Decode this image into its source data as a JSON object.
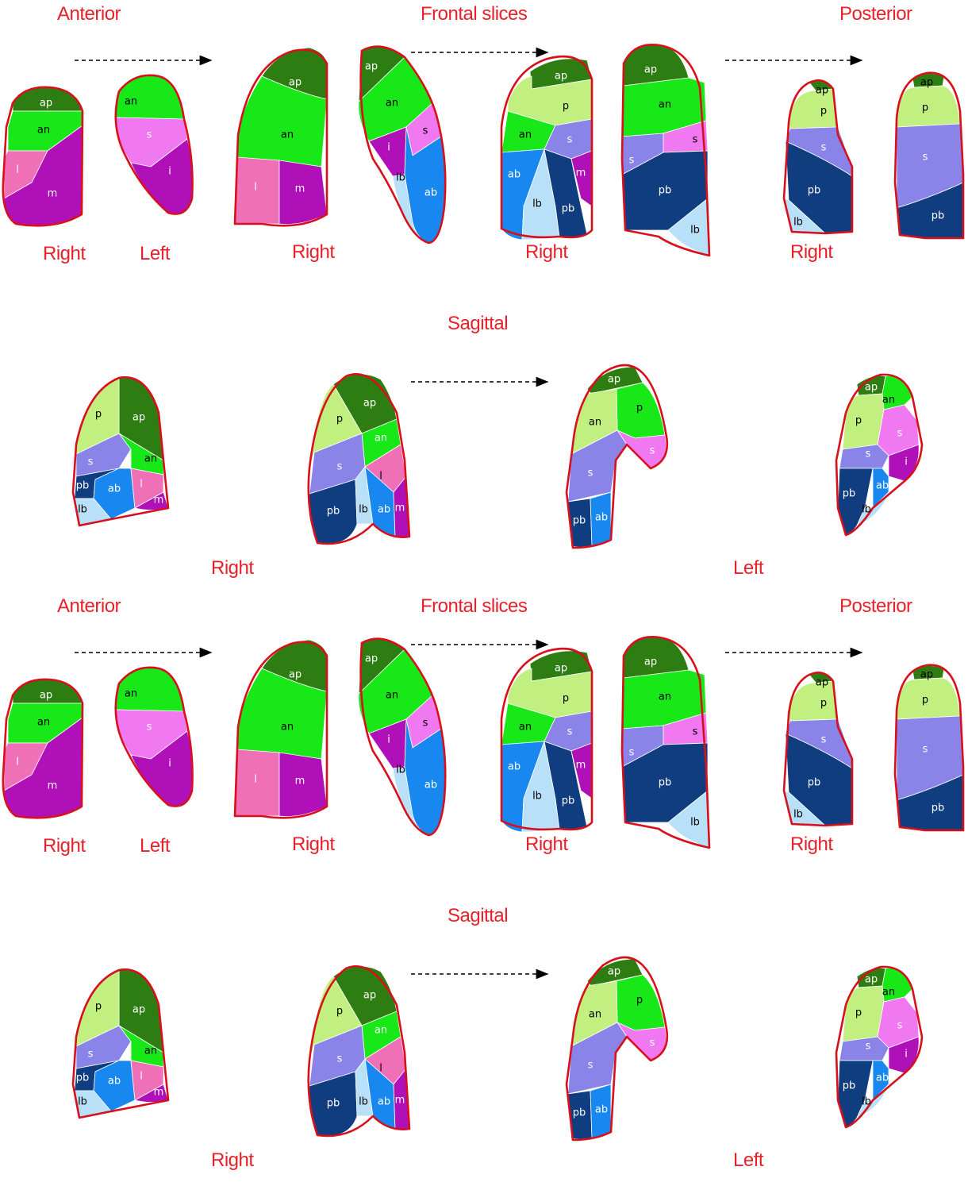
{
  "colors": {
    "label": "#e8202a",
    "outline": "#d8101c",
    "ap": "#2e7d12",
    "an": "#18e818",
    "p": "#c2f080",
    "s": "#8a84e8",
    "s_left": "#f078f0",
    "i": "#b010b8",
    "l": "#f070b8",
    "m": "#b010b8",
    "ab": "#1888f0",
    "lb": "#b8e0f8",
    "pb": "#103c80",
    "arrow": "#000000"
  },
  "panels": [
    {
      "frontal": {
        "anterior": "Anterior",
        "title": "Frontal slices",
        "posterior": "Posterior",
        "captions": [
          "Right",
          "Left",
          "Right",
          "Right",
          "Right"
        ]
      },
      "sagittal": {
        "title": "Sagittal",
        "right": "Right",
        "left": "Left"
      }
    },
    {
      "frontal": {
        "anterior": "Anterior",
        "title": "Frontal slices",
        "posterior": "Posterior",
        "captions": [
          "Right",
          "Left",
          "Right",
          "Right",
          "Right"
        ]
      },
      "sagittal": {
        "title": "Sagittal",
        "right": "Right",
        "left": "Left"
      }
    }
  ],
  "segment_labels": {
    "f1r": [
      "ap",
      "an",
      "l",
      "m"
    ],
    "f1l": [
      "an",
      "s",
      "i"
    ],
    "f2r": [
      "ap",
      "an",
      "l",
      "m"
    ],
    "f2l": [
      "ap",
      "an",
      "s",
      "i",
      "lb",
      "ab"
    ],
    "f3r": [
      "ap",
      "p",
      "an",
      "s",
      "ab",
      "lb",
      "pb",
      "m"
    ],
    "f3l": [
      "ap",
      "an",
      "s",
      "s",
      "pb",
      "lb"
    ],
    "f4r": [
      "ap",
      "p",
      "s",
      "pb",
      "lb"
    ],
    "f4l": [
      "ap",
      "p",
      "s",
      "pb"
    ],
    "s1": [
      "p",
      "ap",
      "s",
      "an",
      "pb",
      "ab",
      "l",
      "lb",
      "m"
    ],
    "s2": [
      "p",
      "ap",
      "an",
      "s",
      "l",
      "pb",
      "lb",
      "ab",
      "m"
    ],
    "s3": [
      "ap",
      "p",
      "an",
      "s",
      "s",
      "pb",
      "ab"
    ],
    "s4": [
      "ap",
      "an",
      "p",
      "s",
      "s",
      "i",
      "pb",
      "ab",
      "lb"
    ]
  }
}
